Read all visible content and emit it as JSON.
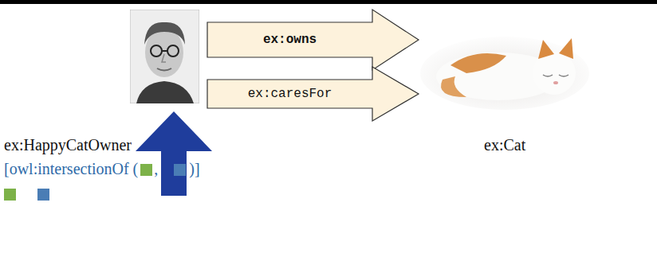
{
  "diagram": {
    "nodes": [
      {
        "text": [
          "ex:HappyCatOwner"
        ]
      },
      {
        "text": [
          "ex:Cat"
        ]
      }
    ],
    "edges": [
      {
        "from": 0,
        "to": 1,
        "arrow": "to",
        "label": "ex:owns"
      },
      {
        "from": 0,
        "to": 1,
        "arrow": "to",
        "label": "ex:caresFor"
      }
    ],
    "labels": [
      "[owl:intersectionOf (",
      ",",
      ")]"
    ]
  }
}
